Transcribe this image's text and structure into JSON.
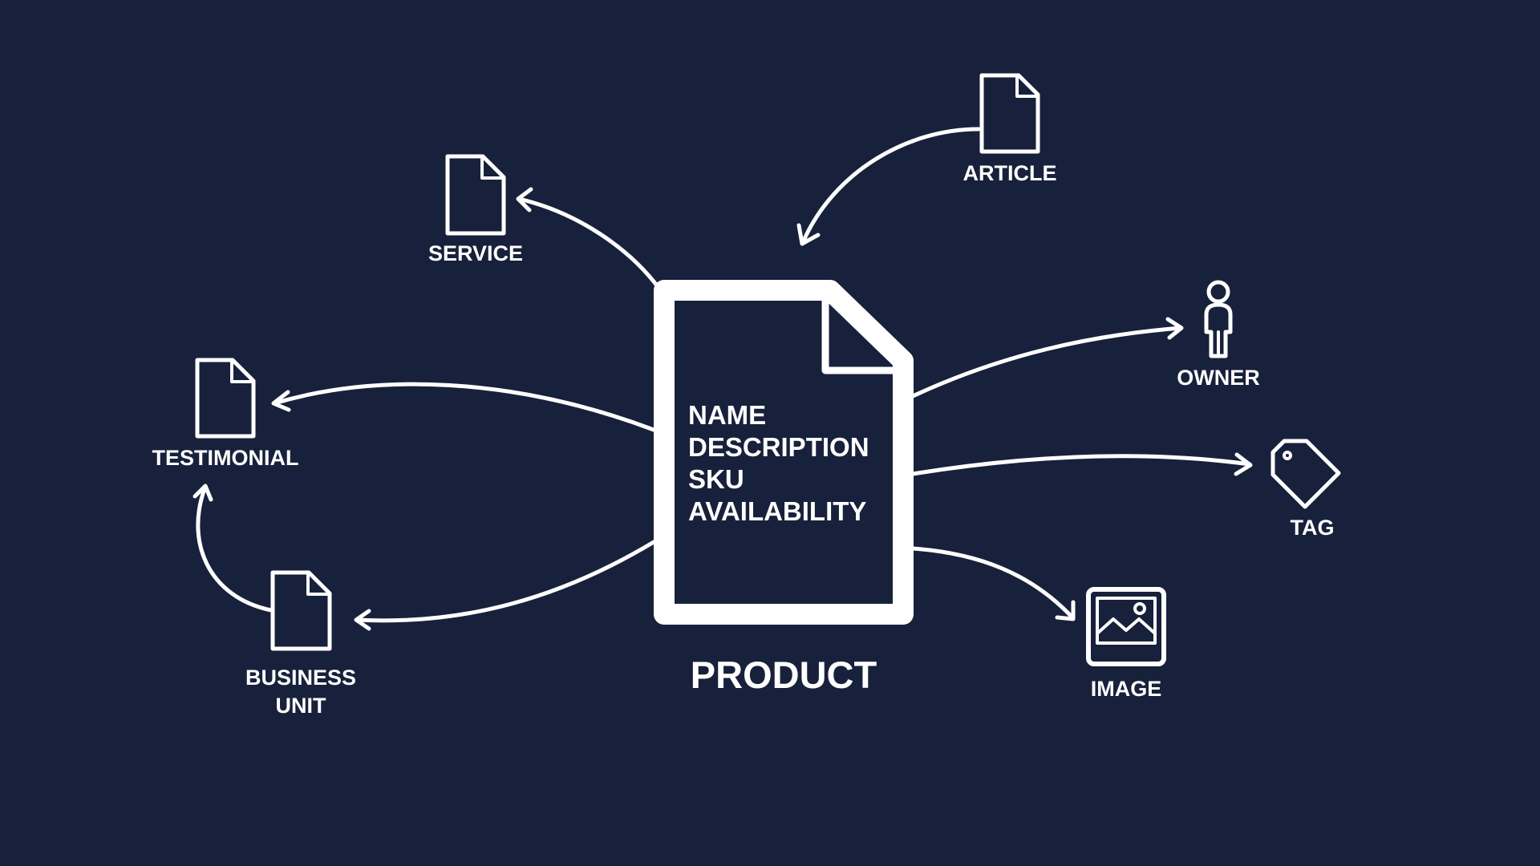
{
  "colors": {
    "background": "#17213b",
    "foreground": "#ffffff"
  },
  "product": {
    "label": "PRODUCT",
    "fields": [
      "NAME",
      "DESCRIPTION",
      "SKU",
      "AVAILABILITY"
    ],
    "icon": "document-icon"
  },
  "nodes": {
    "article": {
      "label": "ARTICLE",
      "icon": "document-icon"
    },
    "service": {
      "label": "SERVICE",
      "icon": "document-icon"
    },
    "testimonial": {
      "label": "TESTIMONIAL",
      "icon": "document-icon"
    },
    "business_unit": {
      "label_line1": "BUSINESS",
      "label_line2": "UNIT",
      "icon": "document-icon"
    },
    "owner": {
      "label": "OWNER",
      "icon": "person-icon"
    },
    "tag": {
      "label": "TAG",
      "icon": "tag-icon"
    },
    "image": {
      "label": "IMAGE",
      "icon": "image-icon"
    }
  },
  "connections": [
    {
      "from": "article",
      "to": "product"
    },
    {
      "from": "product",
      "to": "service"
    },
    {
      "from": "product",
      "to": "testimonial"
    },
    {
      "from": "product",
      "to": "business_unit"
    },
    {
      "from": "business_unit",
      "to": "testimonial"
    },
    {
      "from": "product",
      "to": "owner"
    },
    {
      "from": "product",
      "to": "tag"
    },
    {
      "from": "product",
      "to": "image"
    }
  ]
}
